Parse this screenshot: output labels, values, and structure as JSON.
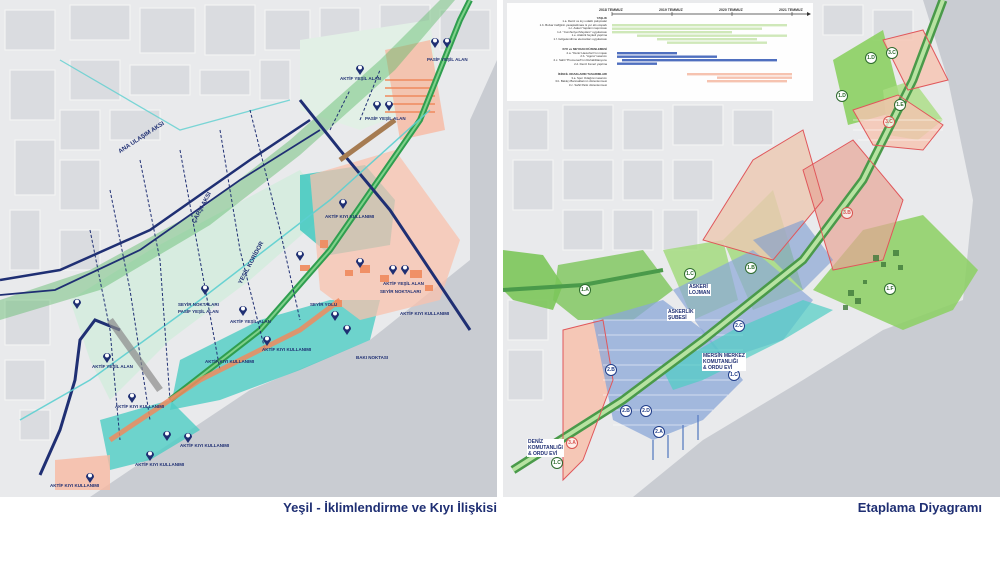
{
  "captions": {
    "left": "Yeşil - İklimlendirme ve Kıyı İlişkisi",
    "right": "Etaplama Diyagramı"
  },
  "left_map": {
    "axis_labels": {
      "ana_ulasim": "ANA ULAŞIM AKSI",
      "carsi": "ÇARŞI AKSI",
      "yesil_koridor": "YEŞİL KORİDOR"
    },
    "labels": {
      "pasif_1": "PASİF YEŞİL ALAN",
      "pasif_2": "PASİF YEŞİL ALAN",
      "aktif_yesil_1": "AKTİF YEŞİL ALAN",
      "aktif_kiyi_1": "AKTİF KIYI KULLANIMI",
      "seyir_1": "SEYİR NOKTALARI",
      "pasif_3": "PASİF YEŞİL ALAN",
      "aktif_yesil_2": "AKTİF YEŞİL ALAN",
      "seyir_2": "SEYİR NOKTALARI",
      "seyir_yolu": "SEYİR YOLU",
      "aktif_kiyi_2": "AKTİF KIYI KULLANIMI",
      "aktif_yesil_3": "AKTİF YEŞİL ALAN",
      "aktif_kiyi_3": "AKTİF KIYI KULLANIMI",
      "bakı_noktasi": "BAKI NOKTASI",
      "aktif_kiyi_4": "AKTİF KIYI KULLANIMI",
      "aktif_yesil_4": "AKTİF YEŞİL ALAN",
      "aktif_kiyi_5": "AKTİF KIYI KULLANIMI",
      "aktif_kiyi_6": "AKTİF KIYI KULLANIMI",
      "aktif_kiyi_7": "AKTİF KIYI KULLANIMI",
      "aktif_kiyi_8": "AKTİF KIYI KULLANIMI"
    }
  },
  "right_map": {
    "phases": {
      "p3c_top": "3.C",
      "p1d": "1.D",
      "p1e": "1.E",
      "p3c": "3.C",
      "p3b": "3.B",
      "p1b": "1.B",
      "p1c_a": "1.C",
      "p1f": "1.F",
      "p1a": "1.A",
      "p2c": "2.C",
      "p2b_a": "2.B",
      "p1c_b": "1.C",
      "p2b_b": "2.B",
      "p2d": "2.D",
      "p2a": "2.A",
      "p3a": "3.A",
      "p1c_c": "1.C"
    },
    "labels": {
      "askeri_l1": "ASKERİ",
      "askeri_l2": "LOJMAN",
      "askerlik_l1": "ASKERLİK",
      "askerlik_l2": "ŞUBESİ",
      "mersin_l1": "MERSİN MERKEZ",
      "mersin_l2": "KOMUTANLIĞI",
      "mersin_l3": "& ORDU EVİ",
      "deniz_l1": "DENİZ",
      "deniz_l2": "KOMUTANLIĞI",
      "deniz_l3": "& ORDU EVİ"
    }
  },
  "gantt": {
    "years": [
      "2018 TEMMUZ",
      "2019 TEMMUZ",
      "2020 TEMMUZ",
      "2021 TEMMUZ"
    ],
    "tasks": [
      {
        "label": "YAŞLIK",
        "head": true
      },
      {
        "label": "1.a. Deniz ve kıyı odaklı çalışmalar"
      },
      {
        "label": "1.b. Bulvar trafiğinin yavaşlatılması & yer altı otopark"
      },
      {
        "label": "1.c. Askeri Yapıların taşınması"
      },
      {
        "label": "1.d. \"Cumhuriyet Meydanı\" uygulaması"
      },
      {
        "label": "1.e. Atatürk heykeli yapılma"
      },
      {
        "label": "1.f. Gölgelendirme elemanları uygulaması"
      },
      {
        "label": "KIYI ve MEYDAN DÜZENLEMESİ",
        "head": true
      },
      {
        "label": "2.a. \"Deniz Havuzları\"nın inşası"
      },
      {
        "label": "2.b. \"Agora\" tasarımı"
      },
      {
        "label": "2.c. Sahil \"Promenad\"nın Rehabilitasyonu"
      },
      {
        "label": "2.d. Deniz Feneri yapılma"
      },
      {
        "label": "İKİNCİL ODAKLARIN TASARIMLARI",
        "head": true
      },
      {
        "label": "3.a. Spor Odağının tasarımı"
      },
      {
        "label": "3.b. Balıkçı Barınaklarının düzenlenmesi"
      },
      {
        "label": "3.c. Sahil Parkı düzenlenmesi"
      }
    ]
  },
  "colors": {
    "navy": "#1f2f73",
    "green": "#2f9e4f",
    "teal": "#3cc7bf",
    "salmon": "#f4a988",
    "lightgreen": "#8fd16a",
    "red": "#e0575b"
  }
}
